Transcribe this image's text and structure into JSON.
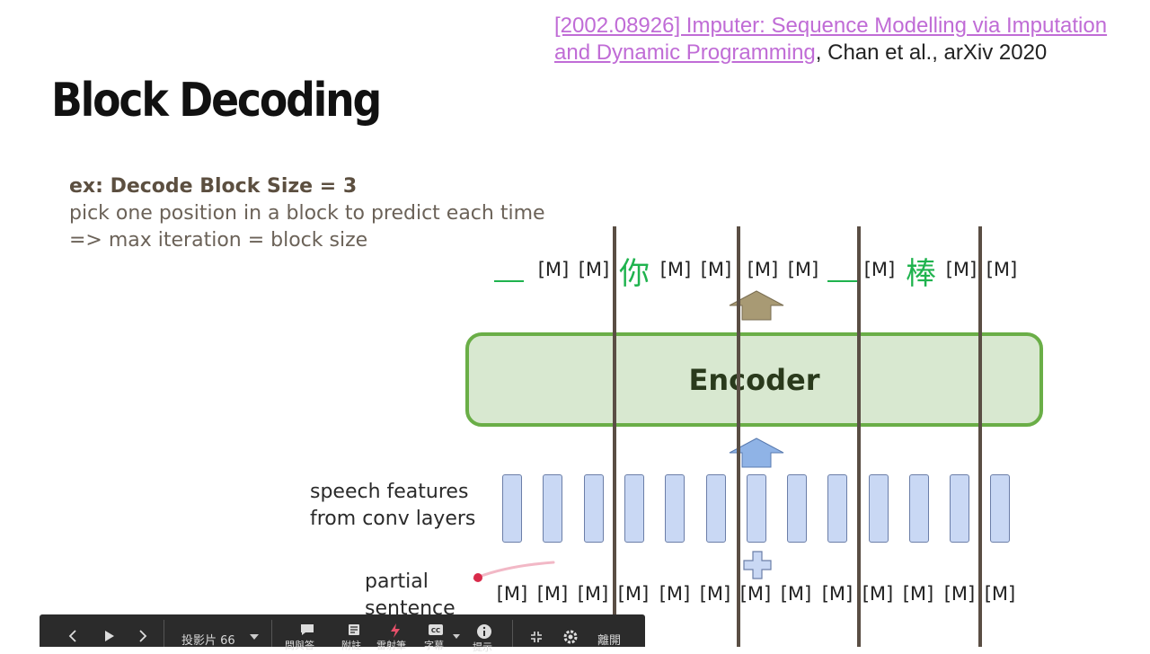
{
  "citation": {
    "link_text": "[2002.08926] Imputer: Sequence Modelling via Imputation and Dynamic Programming",
    "rest": ", Chan et al., arXiv 2020"
  },
  "slide": {
    "title": "Block Decoding",
    "desc_bold": "ex: Decode Block Size = 3",
    "desc_line2": "pick one position in a block to predict each time",
    "desc_line3": "=> max iteration = block size"
  },
  "output_tokens": [
    "[M]",
    "[M]",
    "你",
    "[M]",
    "[M]",
    "[M]",
    "[M]",
    "[M]",
    "棒",
    "[M]",
    "[M]"
  ],
  "encoder_label": "Encoder",
  "features_label": [
    "speech features",
    "from conv layers"
  ],
  "partial_label": [
    "partial",
    "sentence"
  ],
  "input_tokens": [
    "[M]",
    "[M]",
    "[M]",
    "[M]",
    "[M]",
    "[M]",
    "[M]",
    "[M]",
    "[M]",
    "[M]",
    "[M]",
    "[M]",
    "[M]"
  ],
  "colors": {
    "green_token": "#1fb34e",
    "encoder_fill": "#d8e8d0",
    "encoder_border": "#6aae47",
    "up_arrow_top": "#a89a74",
    "up_arrow_bottom": "#8fb3e6",
    "plus": "#c9d8f4",
    "divider": "#5a4e44",
    "link": "#c06cd6"
  },
  "toolbar": {
    "slide_label": "投影片 66",
    "qa": "問與答",
    "notes": "附註",
    "laser": "雷射筆",
    "captions": "字幕",
    "info": "提示",
    "exit": "離開",
    "icons": [
      "chevron-left-icon",
      "play-icon",
      "chevron-right-icon",
      "dropdown-icon",
      "comment-icon",
      "notes-icon",
      "laser-icon",
      "cc-icon",
      "info-icon",
      "exit-fullscreen-icon",
      "gear-icon"
    ]
  }
}
